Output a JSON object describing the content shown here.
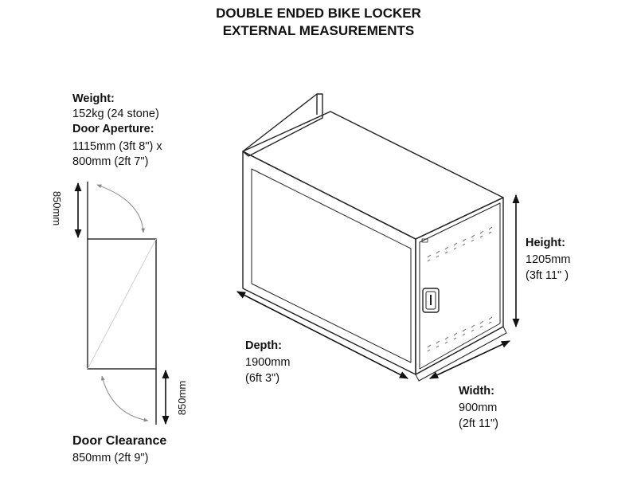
{
  "title": {
    "line1": "DOUBLE ENDED BIKE LOCKER",
    "line2": "EXTERNAL MEASUREMENTS"
  },
  "specs": {
    "weight_label": "Weight:",
    "weight_value": "152kg (24 stone)",
    "aperture_label": "Door Aperture:",
    "aperture_value1": "1115mm (3ft 8\") x",
    "aperture_value2": "800mm (2ft 7\")"
  },
  "clearance": {
    "label": "Door Clearance",
    "value": "850mm (2ft 9\")",
    "top_dim": "850mm",
    "bottom_dim": "850mm"
  },
  "height": {
    "label": "Height:",
    "value1": "1205mm",
    "value2": "(3ft 11\" )"
  },
  "depth": {
    "label": "Depth:",
    "value1": "1900mm",
    "value2": "(6ft 3\")"
  },
  "width": {
    "label": "Width:",
    "value1": "900mm",
    "value2": "(2ft 11\")"
  }
}
